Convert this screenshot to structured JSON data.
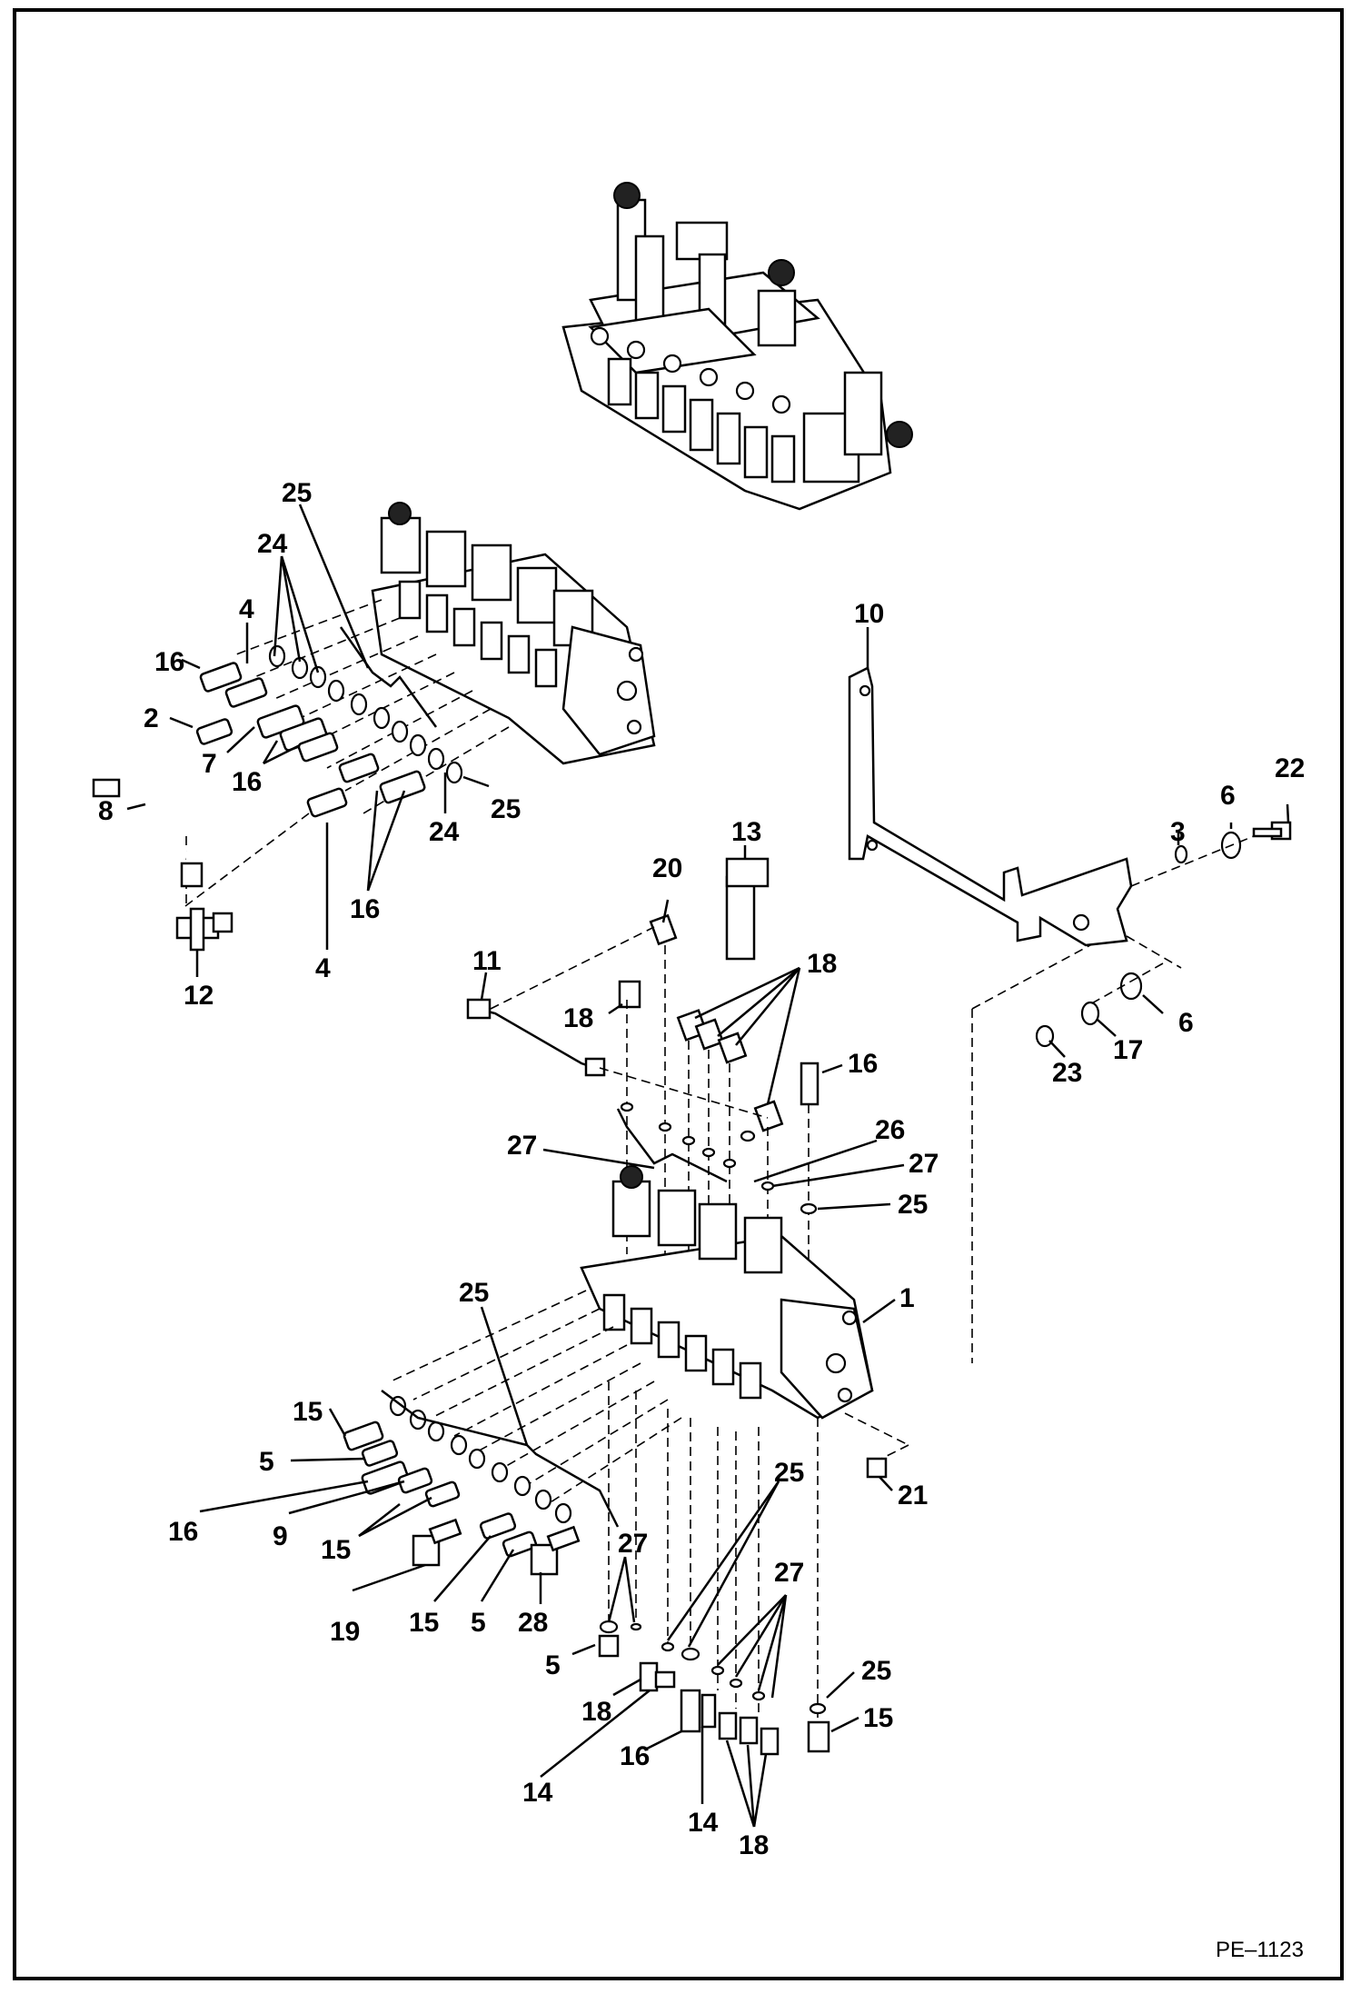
{
  "drawing": {
    "reference": "PE–1123"
  },
  "callouts": {
    "c1": "1",
    "c2": "2",
    "c3": "3",
    "c4a": "4",
    "c4b": "4",
    "c5a": "5",
    "c5b": "5",
    "c5c": "5",
    "c6a": "6",
    "c6b": "6",
    "c7": "7",
    "c8": "8",
    "c9": "9",
    "c10": "10",
    "c11": "11",
    "c12": "12",
    "c13": "13",
    "c14a": "14",
    "c14b": "14",
    "c15a": "15",
    "c15b": "15",
    "c15c": "15",
    "c15d": "15",
    "c16a": "16",
    "c16b": "16",
    "c16c": "16",
    "c16d": "16",
    "c16e": "16",
    "c16f": "16",
    "c17": "17",
    "c18a": "18",
    "c18b": "18",
    "c18c": "18",
    "c18d": "18",
    "c19": "19",
    "c20": "20",
    "c21": "21",
    "c22": "22",
    "c23": "23",
    "c24a": "24",
    "c24b": "24",
    "c25a": "25",
    "c25b": "25",
    "c25c": "25",
    "c25d": "25",
    "c25e": "25",
    "c25f": "25",
    "c26": "26",
    "c27a": "27",
    "c27b": "27",
    "c27c": "27",
    "c27d": "27",
    "c28": "28"
  }
}
